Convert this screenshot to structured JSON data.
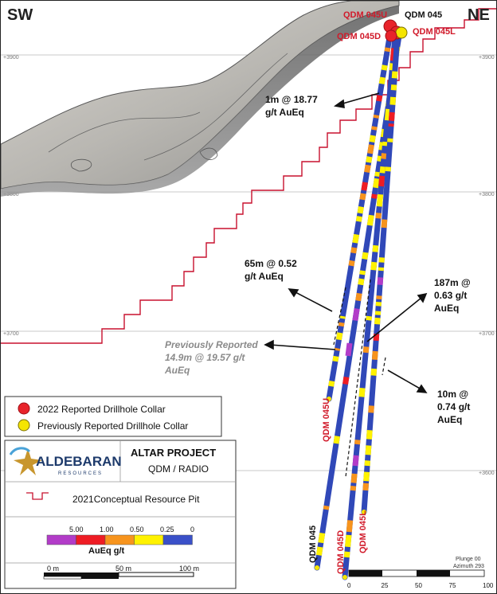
{
  "compass": {
    "left": "SW",
    "right": "NE"
  },
  "elevations": [
    "+3900",
    "+3800",
    "+3700",
    "+3600"
  ],
  "collars": {
    "qdm045u": "QDM 045U",
    "qdm045": "QDM 045",
    "qdm045d": "QDM 045D",
    "qdm045l": "QDM 045L"
  },
  "hole_labels": {
    "qdm045u": "QDM 045U",
    "qdm045": "QDM 045",
    "qdm045d": "QDM 045D",
    "qdm045l": "QDM 045L"
  },
  "annotations": {
    "a1": [
      "1m @ 18.77",
      "g/t AuEq"
    ],
    "a2": [
      "65m @ 0.52",
      "g/t AuEq"
    ],
    "a3": [
      "187m @",
      "0.63 g/t",
      "AuEq"
    ],
    "a4": [
      "Previously Reported",
      "14.9m @ 19.57 g/t",
      "AuEq"
    ],
    "a5": [
      "10m @",
      "0.74 g/t",
      "AuEq"
    ]
  },
  "legend": {
    "collar_2022": "2022 Reported Drillhole Collar",
    "collar_prev": "Previously Reported Drillhole Collar",
    "company": "ALDEBARAN",
    "company_sub": "RESOURCES",
    "project": "ALTAR PROJECT",
    "project_sub": "QDM / RADIO",
    "pit": "2021Conceptual Resource Pit",
    "scale_title": "AuEq g/t",
    "scale_ticks": [
      "5.00",
      "1.00",
      "0.50",
      "0.25",
      "0"
    ],
    "scale_colors": [
      "#b23cc8",
      "#ee1c24",
      "#f7941d",
      "#fff200",
      "#3a50c8"
    ],
    "distance_ticks": [
      "0 m",
      "50 m",
      "100 m"
    ]
  },
  "view": {
    "plunge": "Plunge 00",
    "azimuth": "Azimuth 293",
    "ticks": [
      "0",
      "25",
      "50",
      "75",
      "100"
    ]
  },
  "colors": {
    "collar_2022": "#e8232b",
    "collar_prev": "#f5e500",
    "pit": "#c8102e",
    "hole_blue": "#3048b8"
  }
}
